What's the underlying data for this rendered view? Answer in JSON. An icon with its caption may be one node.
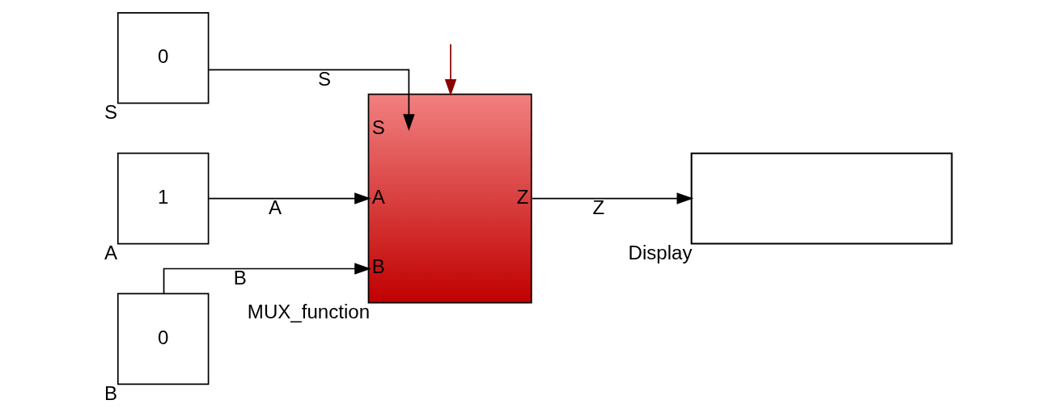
{
  "diagram": {
    "nodes": [
      {
        "text": [
          "0"
        ],
        "beside": [
          "S"
        ]
      },
      {
        "text": [
          "1"
        ],
        "beside": [
          "A"
        ]
      },
      {
        "text": [
          "0"
        ],
        "beside": [
          "B"
        ]
      },
      {
        "text": [
          "S",
          "A",
          "B",
          "Z"
        ],
        "beside": [
          "MUX_function"
        ]
      },
      {
        "text": [],
        "shape": "box",
        "beside": [
          "Display"
        ]
      }
    ],
    "edges": [
      {
        "from": 0,
        "to": 3,
        "arrow": "to",
        "label": "S"
      },
      {
        "from": 1,
        "to": 3,
        "arrow": "to",
        "label": "A"
      },
      {
        "from": 2,
        "to": 3,
        "arrow": "to",
        "label": "B"
      },
      {
        "from": 3,
        "to": 4,
        "arrow": "to",
        "label": "Z"
      },
      {
        "from": null,
        "to": 3,
        "arrow": "to",
        "color": "#8b0000"
      }
    ]
  }
}
